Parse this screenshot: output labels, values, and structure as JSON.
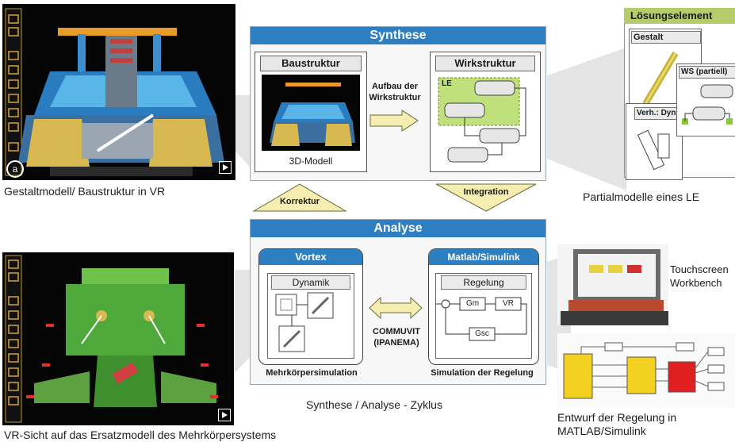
{
  "captions": {
    "top_left": "Gestaltmodell/ Baustruktur in VR",
    "bottom_left": "VR-Sicht auf das Ersatzmodell des Mehrkörpersystems",
    "center_bottom": "Synthese / Analyse - Zyklus",
    "top_right": "Partialmodelle eines LE",
    "touchscreen": "Touchscreen Workbench",
    "bottom_right": "Entwurf der Regelung in MATLAB/Simulink"
  },
  "marker_a": "a",
  "synthese": {
    "title": "Synthese",
    "baustruktur": "Baustruktur",
    "wirkstruktur": "Wirkstruktur",
    "aufbau": "Aufbau der Wirkstruktur",
    "model_caption": "3D-Modell",
    "le": "LE"
  },
  "arrows": {
    "korrektur": "Korrektur",
    "integration": "Integration"
  },
  "analyse": {
    "title": "Analyse",
    "vortex": "Vortex",
    "matlab": "Matlab/Simulink",
    "dynamik": "Dynamik",
    "regelung": "Regelung",
    "commuvit": "COMMUVIT (IPANEMA)",
    "mks": "Mehrkörpersimulation",
    "simreg": "Simulation der Regelung",
    "gm": "Gm",
    "vr": "VR",
    "gsc": "Gsc"
  },
  "loesung": {
    "title": "Lösungselement",
    "gestalt": "Gestalt",
    "ws": "WS (partiell)",
    "verh": "Verh.: Dyn"
  },
  "colors": {
    "blue_bar": "#2e7fc1",
    "arrow_fill": "#f6eeb0",
    "le_green": "#bfe07a",
    "lsg_bar": "#b5cc6a"
  }
}
